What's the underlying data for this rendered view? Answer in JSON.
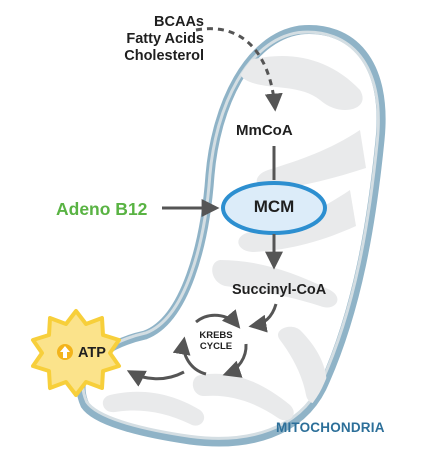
{
  "inputs": [
    "BCAAs",
    "Fatty Acids",
    "Cholesterol"
  ],
  "nodes": {
    "mmcoa": "MmCoA",
    "mcm": "MCM",
    "succinyl_coa": "Succinyl-CoA",
    "krebs_line1": "KREBS",
    "krebs_line2": "CYCLE",
    "atp": "ATP"
  },
  "adeno_label": "Adeno B12",
  "organelle_label": "MITOCHONDRIA",
  "colors": {
    "membrane_outer": "#8fb3c7",
    "membrane_inner": "#d4dee3",
    "cristae": "#e9eaeb",
    "mcm_fill": "#dcecf9",
    "mcm_stroke": "#2d8fd0",
    "adeno_green": "#59b343",
    "atp_star": "#f7cf3b",
    "arrow": "#555555",
    "mito_text": "#2c6f99"
  },
  "icons": [
    "up-arrow-circle-icon",
    "cycle-arrows-icon"
  ]
}
